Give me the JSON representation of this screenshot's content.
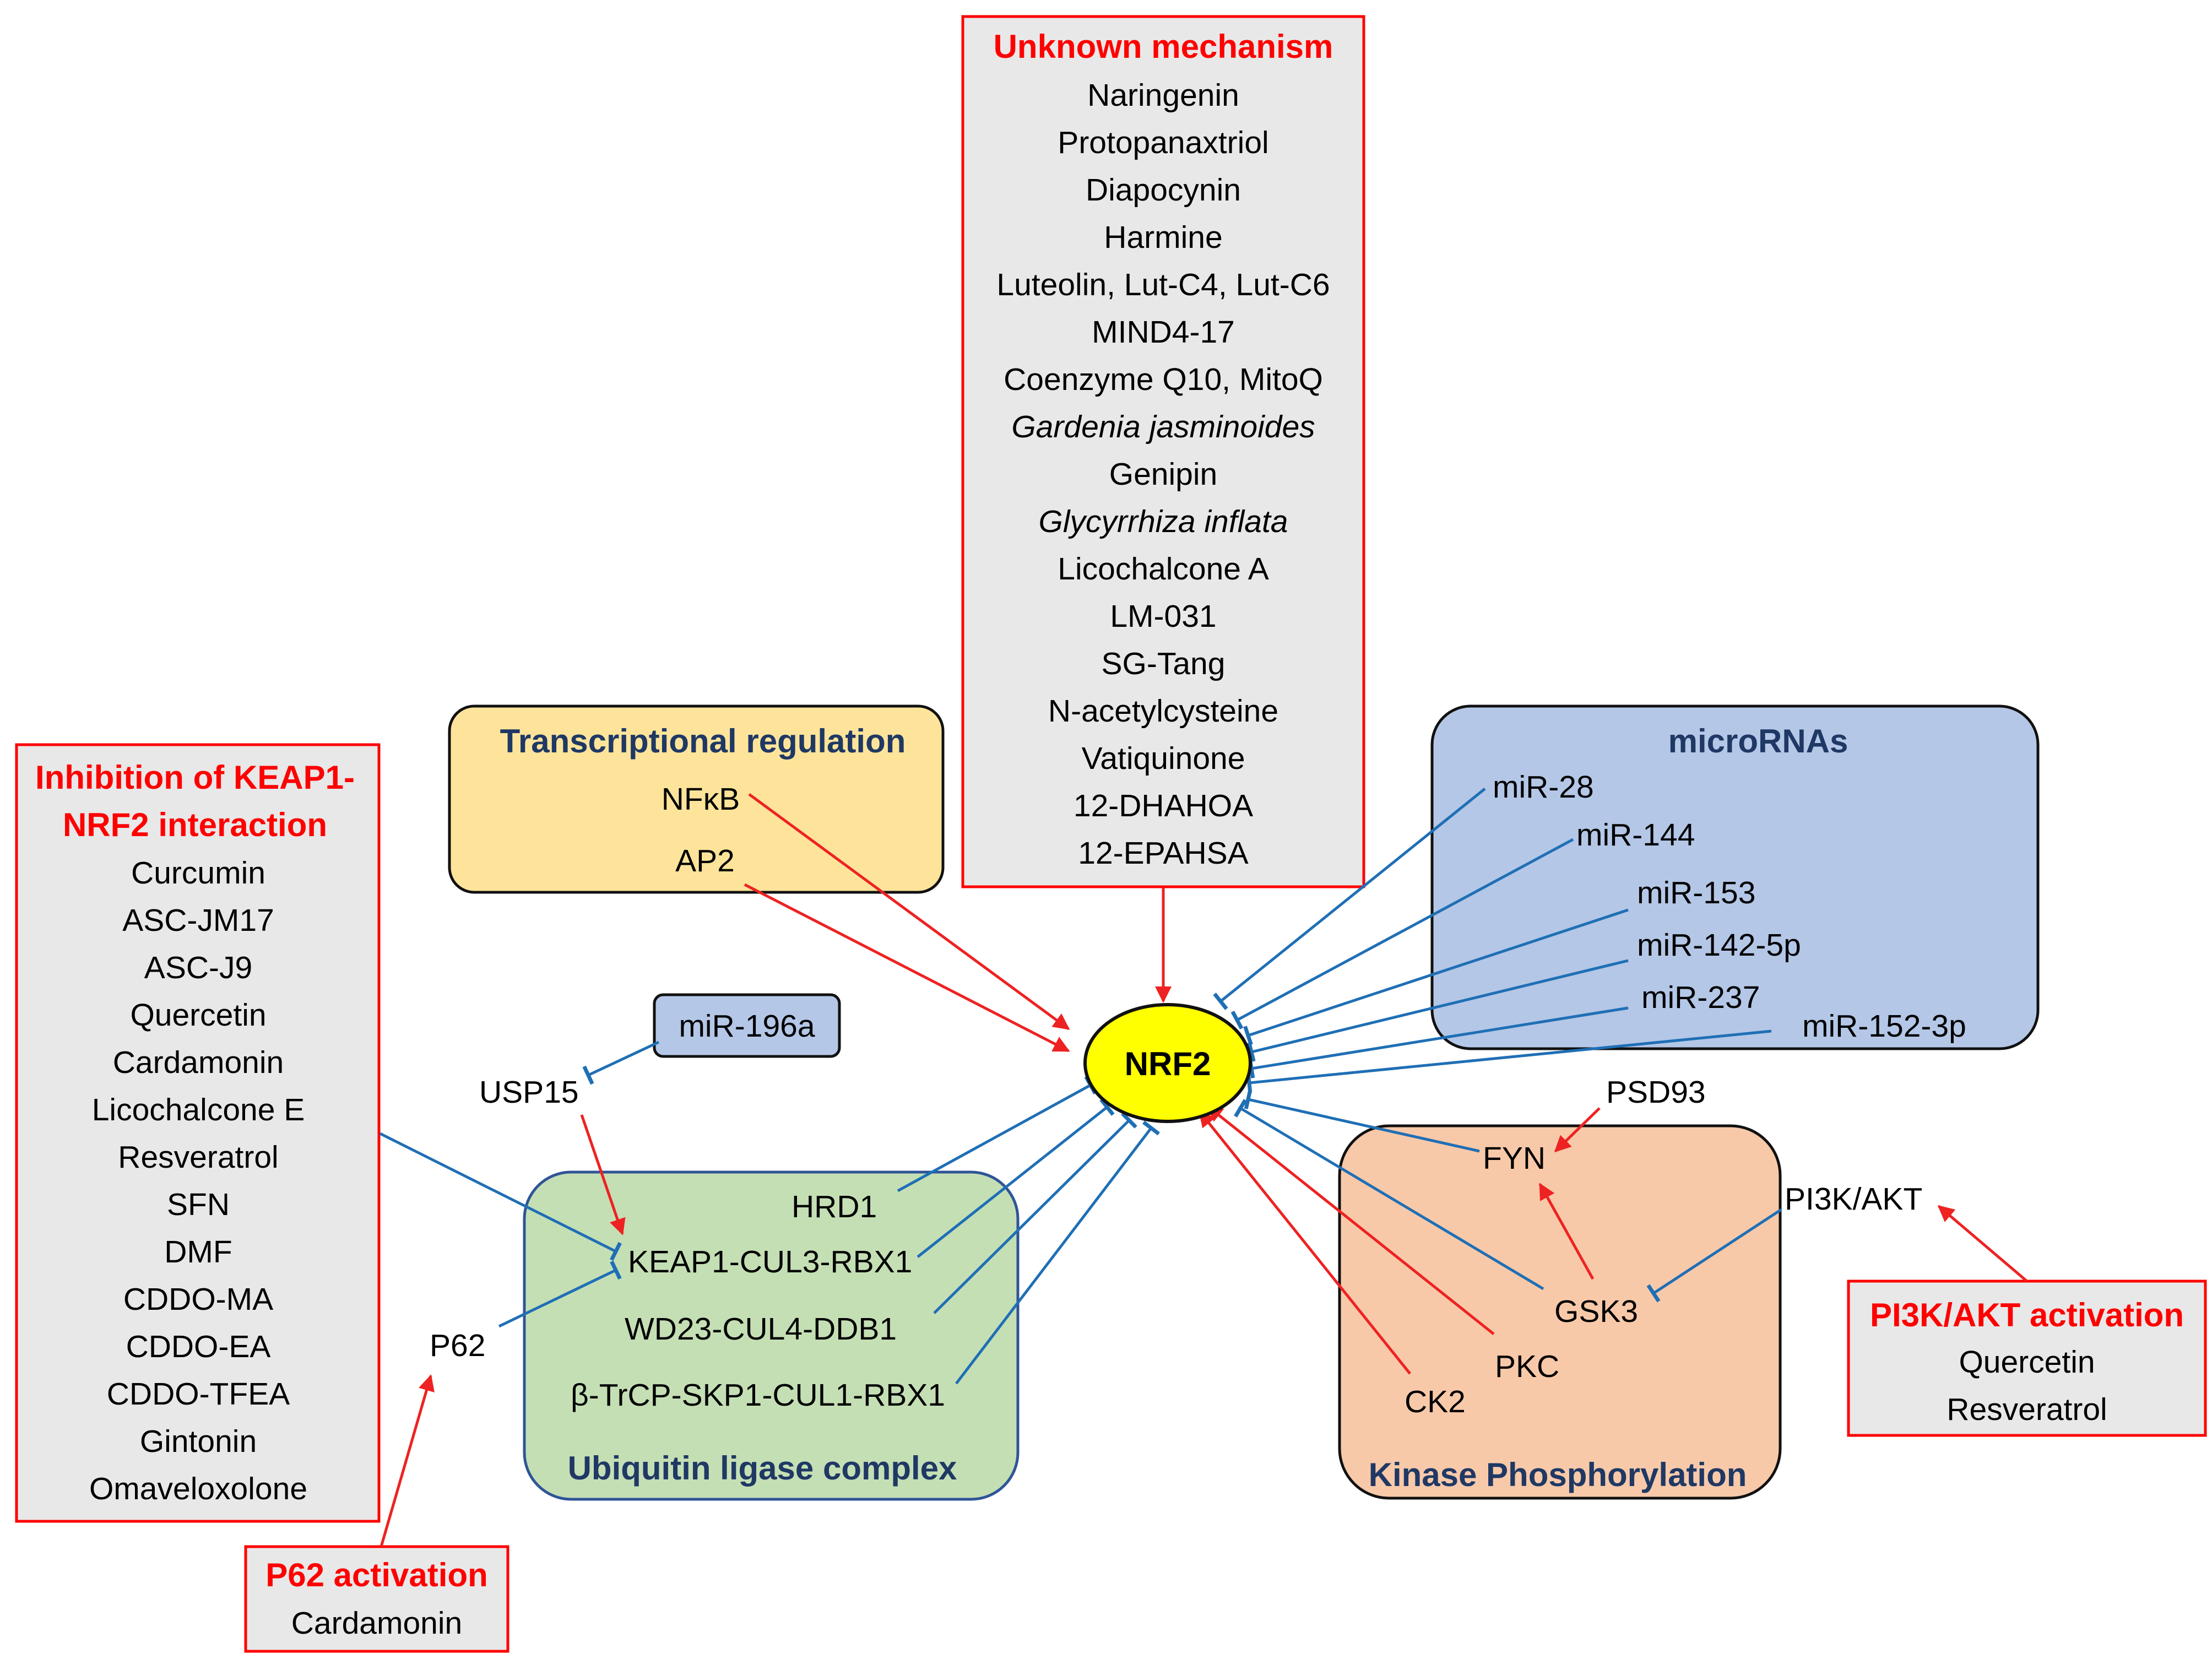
{
  "center_node": "NRF2",
  "unknown_mechanism": {
    "title": "Unknown mechanism",
    "items": [
      "Naringenin",
      "Protopanaxtriol",
      "Diapocynin",
      "Harmine",
      "Luteolin, Lut-C4, Lut-C6",
      "MIND4-17",
      "Coenzyme Q10, MitoQ",
      "Gardenia jasminoides",
      "Genipin",
      "Glycyrrhiza inflata",
      "Licochalcone A",
      "LM-031",
      "SG-Tang",
      "N-acetylcysteine",
      "Vatiquinone",
      "12-DHAHOA",
      "12-EPAHSA"
    ]
  },
  "keap1_inhibition": {
    "title_line1": "Inhibition of KEAP1-",
    "title_line2": "NRF2 interaction",
    "items": [
      "Curcumin",
      "ASC-JM17",
      "ASC-J9",
      "Quercetin",
      "Cardamonin",
      "Licochalcone E",
      "Resveratrol",
      "SFN",
      "DMF",
      "CDDO-MA",
      "CDDO-EA",
      "CDDO-TFEA",
      "Gintonin",
      "Omaveloxolone"
    ]
  },
  "transcriptional": {
    "title": "Transcriptional regulation",
    "items": [
      "NFκB",
      "AP2"
    ]
  },
  "micrornas": {
    "title": "microRNAs",
    "items": [
      "miR-28",
      "miR-144",
      "miR-153",
      "miR-142-5p",
      "miR-237",
      "miR-152-3p"
    ]
  },
  "mir196a": "miR-196a",
  "usp15": "USP15",
  "p62": "P62",
  "ubiquitin": {
    "title": "Ubiquitin ligase complex",
    "items": [
      "HRD1",
      "KEAP1-CUL3-RBX1",
      "WD23-CUL4-DDB1",
      "β-TrCP-SKP1-CUL1-RBX1"
    ]
  },
  "kinase": {
    "title": "Kinase Phosphorylation",
    "items": [
      "FYN",
      "GSK3",
      "PKC",
      "CK2"
    ]
  },
  "psd93": "PSD93",
  "pi3k": "PI3K/AKT",
  "pi3k_activation": {
    "title": "PI3K/AKT activation",
    "items": [
      "Quercetin",
      "Resveratrol"
    ]
  },
  "p62_activation": {
    "title": "P62 activation",
    "items": [
      "Cardamonin"
    ]
  },
  "colors": {
    "activation": "#ee2222",
    "inhibition": "#1f6fb5",
    "grey_box": "#e8e8e8",
    "yellow_box": "#fde49a",
    "blue_box": "#b4c7e7",
    "green_box": "#c5dfb5",
    "orange_box": "#f8c9a9",
    "nrf2": "#ffff00"
  }
}
